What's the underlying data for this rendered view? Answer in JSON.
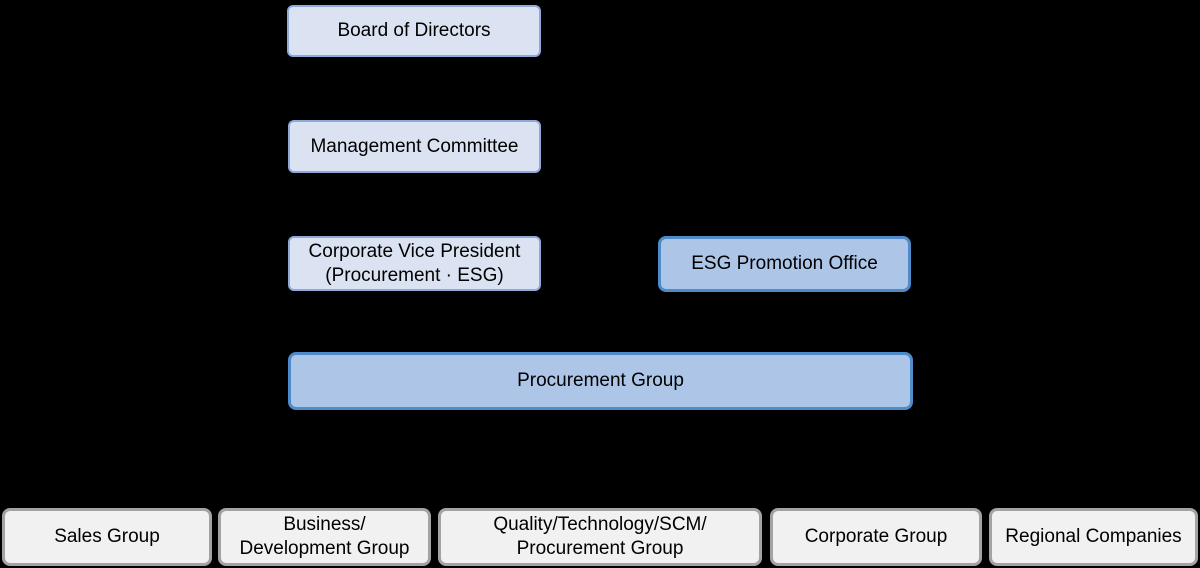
{
  "org_chart": {
    "background_color": "#000000",
    "text_color": "#000000",
    "styles": {
      "light_box": {
        "fill": "#dbe3f3",
        "border": "#8fa9dc"
      },
      "blue_box": {
        "fill": "#adc5e7",
        "border": "#4e8bc8"
      },
      "gray_box": {
        "fill": "#f1f1f1",
        "border": "#a3a3a3"
      }
    },
    "board_of_directors": {
      "label": "Board of Directors"
    },
    "management_committee": {
      "label": "Management Committee"
    },
    "corporate_vice_president": {
      "line1": "Corporate Vice President",
      "line2": "(Procurement · ESG)"
    },
    "esg_promotion_office": {
      "label": "ESG Promotion Office"
    },
    "procurement_group": {
      "label": "Procurement Group"
    },
    "bottom_row": [
      {
        "label": "Sales Group"
      },
      {
        "line1": "Business/",
        "line2": "Development Group"
      },
      {
        "line1": "Quality/Technology/SCM/",
        "line2": "Procurement Group"
      },
      {
        "label": "Corporate Group"
      },
      {
        "label": "Regional Companies"
      }
    ]
  }
}
